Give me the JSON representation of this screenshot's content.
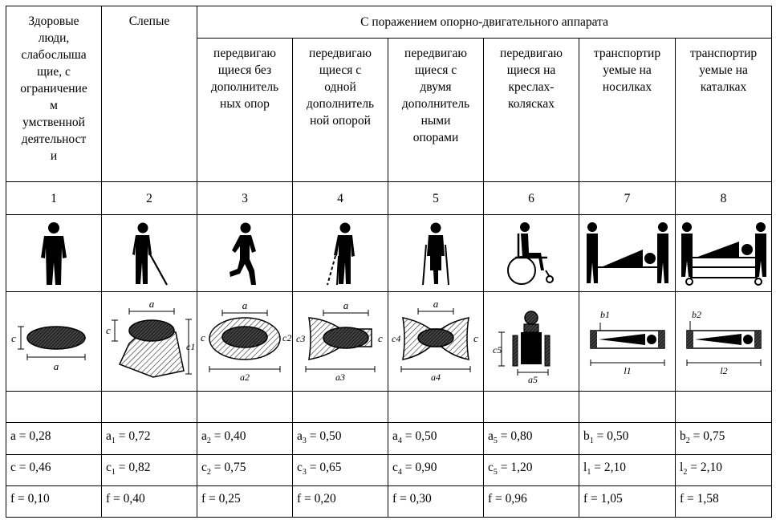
{
  "header": {
    "col1": "Здоровые\nлюди,\nслабослыша\nщие, с\nограничение\nм\nумственной\nдеятельност\nи",
    "col2": "Слепые",
    "group": "С поражением опорно-двигательного аппарата",
    "sub": [
      "передвигаю\nщиеся без\nдополнитель\nных опор",
      "передвигаю\nщиеся с\nодной\nдополнитель\nной опорой",
      "передвигаю\nщиеся с\nдвумя\nдополнитель\nными\nопорами",
      "передвигаю\nщиеся на\nкреслах-\nколясках",
      "транспортир\nуемые на\nносилках",
      "транспортир\nуемые на\nкаталках"
    ]
  },
  "numbers": [
    "1",
    "2",
    "3",
    "4",
    "5",
    "6",
    "7",
    "8"
  ],
  "pictograms": [
    "person-standing-icon",
    "blind-person-cane-icon",
    "person-walking-icon",
    "person-one-crutch-icon",
    "person-two-crutches-icon",
    "wheelchair-user-icon",
    "stretcher-icon",
    "gurney-icon"
  ],
  "schemes": {
    "s1": {
      "a": "a",
      "c": "c"
    },
    "s2": {
      "a": "a",
      "c": "c",
      "c1": "c1"
    },
    "s3": {
      "a": "a",
      "a2": "a2",
      "c": "c",
      "c2": "c2"
    },
    "s4": {
      "a": "a",
      "a3": "a3",
      "c": "c",
      "c3": "c3"
    },
    "s5": {
      "a": "a",
      "a4": "a4",
      "c": "c",
      "c4": "c4"
    },
    "s6": {
      "c5": "c5",
      "a5": "a5"
    },
    "s7": {
      "b1": "b1",
      "l1": "l1"
    },
    "s8": {
      "b2": "b2",
      "l2": "l2"
    }
  },
  "rows": {
    "a": [
      {
        "var": "a",
        "sub": "",
        "eq": " = ",
        "val": "0,28"
      },
      {
        "var": "a",
        "sub": "1",
        "eq": " = ",
        "val": "0,72"
      },
      {
        "var": "a",
        "sub": "2",
        "eq": " = ",
        "val": "0,40"
      },
      {
        "var": "a",
        "sub": "3",
        "eq": " = ",
        "val": "0,50"
      },
      {
        "var": "a",
        "sub": "4",
        "eq": " = ",
        "val": "0,50"
      },
      {
        "var": "a",
        "sub": "5",
        "eq": " = ",
        "val": "0,80"
      },
      {
        "var": "b",
        "sub": "1",
        "eq": " = ",
        "val": "0,50"
      },
      {
        "var": "b",
        "sub": "2",
        "eq": " = ",
        "val": "0,75"
      }
    ],
    "c": [
      {
        "var": "c",
        "sub": "",
        "eq": " = ",
        "val": "0,46"
      },
      {
        "var": "c",
        "sub": "1",
        "eq": " = ",
        "val": "0,82"
      },
      {
        "var": "c",
        "sub": "2",
        "eq": " = ",
        "val": "0,75"
      },
      {
        "var": "c",
        "sub": "3",
        "eq": " = ",
        "val": "0,65"
      },
      {
        "var": "c",
        "sub": "4",
        "eq": " = ",
        "val": "0,90"
      },
      {
        "var": "c",
        "sub": "5",
        "eq": " = ",
        "val": "1,20"
      },
      {
        "var": "l",
        "sub": "1",
        "eq": " = ",
        "val": "2,10"
      },
      {
        "var": "l",
        "sub": "2",
        "eq": " = ",
        "val": "2,10"
      }
    ],
    "f": [
      {
        "var": "f",
        "sub": "",
        "eq": " = ",
        "val": "0,10"
      },
      {
        "var": "f",
        "sub": "",
        "eq": " = ",
        "val": "0,40"
      },
      {
        "var": "f",
        "sub": "",
        "eq": " = ",
        "val": "0,25"
      },
      {
        "var": "f",
        "sub": "",
        "eq": " = ",
        "val": "0,20"
      },
      {
        "var": "f",
        "sub": "",
        "eq": " = ",
        "val": "0,30"
      },
      {
        "var": "f",
        "sub": "",
        "eq": " = ",
        "val": "0,96"
      },
      {
        "var": "f",
        "sub": "",
        "eq": " = ",
        "val": "1,05"
      },
      {
        "var": "f",
        "sub": "",
        "eq": " = ",
        "val": "1,58"
      }
    ]
  }
}
